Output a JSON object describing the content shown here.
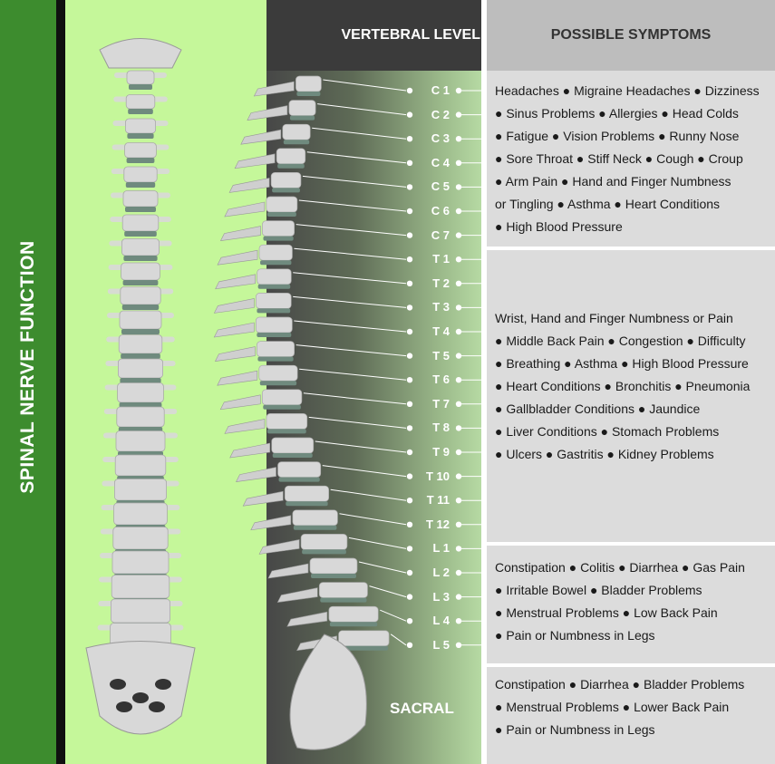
{
  "title": "SPINAL NERVE FUNCTION",
  "vertebral_header": "VERTEBRAL LEVEL",
  "symptoms_header": "POSSIBLE SYMPTOMS",
  "sacral_label": "SACRAL",
  "levels": [
    "C 1",
    "C 2",
    "C 3",
    "C 4",
    "C 5",
    "C 6",
    "C 7",
    "T 1",
    "T 2",
    "T 3",
    "T 4",
    "T 5",
    "T 6",
    "T 7",
    "T 8",
    "T 9",
    "T 10",
    "T 11",
    "T 12",
    "L 1",
    "L 2",
    "L 3",
    "L 4",
    "L 5"
  ],
  "symptom_groups": [
    {
      "region": "cervical",
      "lines": [
        "Headaches ● Migraine Headaches ● Dizziness",
        "● Sinus Problems ● Allergies ● Head Colds",
        "● Fatigue ● Vision Problems ● Runny Nose",
        "● Sore Throat ● Stiff Neck ● Cough ● Croup",
        "● Arm Pain ● Hand and Finger Numbness",
        "or Tingling ● Asthma ● Heart Conditions",
        "● High Blood Pressure"
      ]
    },
    {
      "region": "thoracic",
      "lines": [
        "Wrist, Hand and Finger Numbness or Pain",
        "● Middle Back Pain ● Congestion ● Difficulty",
        "● Breathing ● Asthma ● High Blood Pressure",
        "● Heart Conditions ● Bronchitis ● Pneumonia",
        "● Gallbladder Conditions ● Jaundice",
        "● Liver Conditions ● Stomach Problems",
        "● Ulcers ● Gastritis ● Kidney Problems"
      ]
    },
    {
      "region": "lumbar",
      "lines": [
        "Constipation ● Colitis ● Diarrhea ● Gas Pain",
        "● Irritable Bowel ● Bladder Problems",
        "● Menstrual Problems ● Low Back Pain",
        "● Pain or Numbness in Legs"
      ]
    },
    {
      "region": "sacral",
      "lines": [
        "Constipation ● Diarrhea ● Bladder Problems",
        "● Menstrual Problems ● Lower Back Pain",
        "● Pain or Numbness in Legs"
      ]
    }
  ],
  "colors": {
    "brand_green": "#3d8c2e",
    "light_green": "#c5f79a",
    "bone": "#d8d8d8",
    "disc": "#6f8a7e",
    "symptom_panel": "#dcdcdc"
  }
}
